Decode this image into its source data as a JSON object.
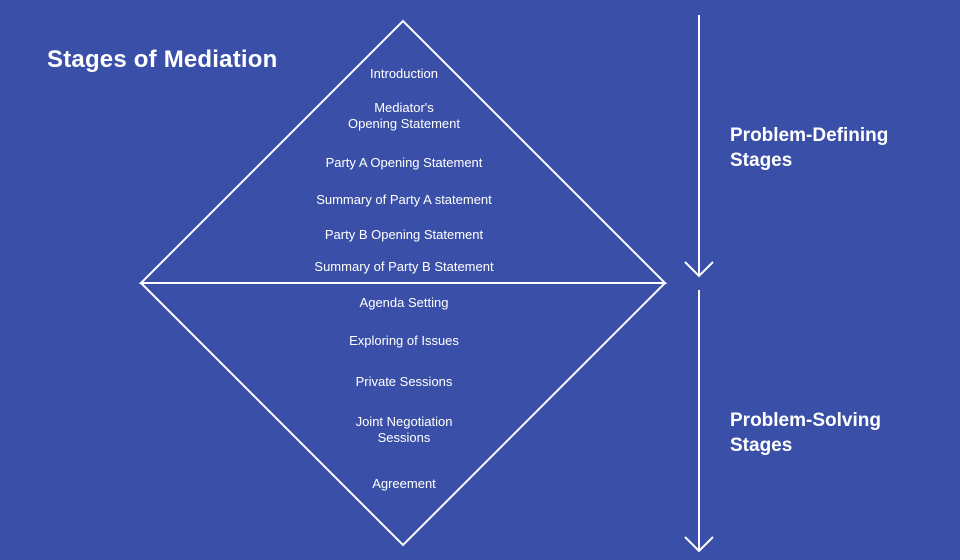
{
  "title": "Stages of Mediation",
  "problem_defining": {
    "label": "Problem-Defining\nStages",
    "stages": [
      "Introduction",
      "Mediator's\nOpening Statement",
      "Party A Opening Statement",
      "Summary of Party A statement",
      "Party B Opening Statement",
      "Summary of Party B Statement"
    ]
  },
  "problem_solving": {
    "label": "Problem-Solving\nStages",
    "stages": [
      "Agenda Setting",
      "Exploring of Issues",
      "Private Sessions",
      "Joint Negotiation\nSessions",
      "Agreement"
    ]
  },
  "colors": {
    "background": "#3a4fa7",
    "foreground": "#ffffff"
  }
}
